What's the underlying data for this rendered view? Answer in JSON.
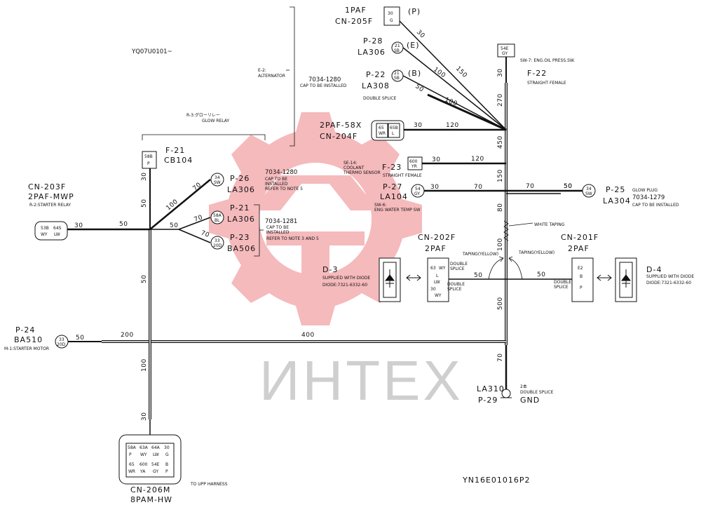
{
  "header_code": "YQ07U0101~",
  "footer_code": "YN16E01016P2",
  "watermark_text": "ИНТЕХ",
  "colors": {
    "watermark": "#f2a3a6",
    "ink": "#111111"
  },
  "components": {
    "cn205f": {
      "code": "1PAF",
      "name": "CN-205F",
      "pins": [
        "30",
        "G"
      ],
      "tag": "(P)"
    },
    "p28": {
      "code": "P-28",
      "name": "LA306",
      "pins": [
        "21",
        "SB"
      ],
      "tag": "(E)"
    },
    "p22": {
      "code": "P-22",
      "name": "LA308",
      "pins": [
        "21",
        "SB"
      ],
      "tag": "(B)"
    },
    "e2": {
      "line1": "E-2:",
      "line2": "ALTERNATOR"
    },
    "cap_7034_1280": {
      "part": "7034-1280",
      "note": "CAP TO BE INSTALLED"
    },
    "double_splice_top": "DOUBLE SPLICE",
    "cn204f": {
      "code": "2PAF-58X",
      "name": "CN-204F",
      "pins": [
        "65",
        "WR",
        "65B",
        "L"
      ]
    },
    "sw7": {
      "pins": [
        "54E",
        "GY"
      ],
      "desc": "SW-7: ENG.OIL PRESS.SW.",
      "code": "F-22",
      "note": "STRAIGHT FEMALE"
    },
    "r3": {
      "label": "R-3:グローリレー",
      "label2": "GLOW RELAY"
    },
    "f21": {
      "code": "F-21",
      "name": "CB104",
      "pins": [
        "58B",
        "P"
      ]
    },
    "p26": {
      "code": "P-26",
      "name": "LA306",
      "pins": [
        "34",
        "SW"
      ],
      "part": "7034-1280",
      "note1": "CAP TO BE",
      "note2": "INSTALLED",
      "note3": "REFER TO NOTE 5"
    },
    "p21": {
      "code": "P-21",
      "name": "LA306",
      "pins": [
        "58A",
        "BL"
      ]
    },
    "p23": {
      "code": "P-23",
      "name": "BA506",
      "pins": [
        "33",
        "20D"
      ]
    },
    "cap_7034_1281": {
      "part": "7034-1281",
      "note1": "CAP TO BE",
      "note2": "INSTALLED",
      "note3": "REFER TO NOTE 3 AND 5"
    },
    "cn203f": {
      "name": "CN-203F",
      "code": "2PAF-MWP",
      "desc": "R-2:STARTER RELAY",
      "pins": [
        "53B",
        "WY",
        "64S",
        "LW"
      ]
    },
    "se14": {
      "line1": "SE-14:",
      "line2": "COOLANT",
      "line3": "THERMO SENSOR",
      "code": "F-23",
      "note": "STRAIGHT FEMALE",
      "pins": [
        "600",
        "YR"
      ]
    },
    "p27": {
      "code": "P-27",
      "name": "LA104",
      "desc1": "SW-6:",
      "desc2": "ENG WATER TEMP SW",
      "pins": [
        "54",
        "GY"
      ]
    },
    "p25": {
      "code": "P-25",
      "name": "LA304",
      "desc": "GLOW PLUG",
      "part": "7034-1279",
      "note": "CAP TO BE INSTALLED",
      "pins": [
        "34",
        "SW"
      ]
    },
    "white_taping": "WHITE TAPING",
    "taping_yellow_1": "TAPING(YELLOW)",
    "taping_yellow_2": "TAPING(YELLOW)",
    "cn202f": {
      "name": "CN-202F",
      "code": "2PAF",
      "splice1": "DOUBLE",
      "splice1b": "SPLICE",
      "splice2": "DOUBLE",
      "splice2b": "SPLICE",
      "pins": [
        "63",
        "WY",
        "L",
        "LW",
        "30",
        "WY"
      ]
    },
    "cn201f": {
      "name": "CN-201F",
      "code": "2PAF",
      "splice": "DOUBLE",
      "spliceb": "SPLICE",
      "pins": [
        "E2",
        "B",
        "P"
      ]
    },
    "d3": {
      "code": "D-3",
      "desc": "SUPPLIED WITH DIODE",
      "part": "DIODE:7321-6332-60"
    },
    "d4": {
      "code": "D-4",
      "desc": "SUPPLIED WITH DIODE",
      "part": "DIODE:7321-6332-60"
    },
    "p24": {
      "code": "P-24",
      "name": "BA510",
      "desc": "M-1:STARTER MOTOR",
      "pins": [
        "33",
        "20D"
      ]
    },
    "p29": {
      "code": "P-29",
      "name": "LA310",
      "gnd": "GND",
      "label1": "2本",
      "label2": "DOUBLE SPLICE"
    },
    "cn206m": {
      "name": "CN-206M",
      "code": "8PAM-HW",
      "note": "TO UPP HARNESS",
      "pins": [
        [
          "58A",
          "63A",
          "64A",
          "30"
        ],
        [
          "P",
          "WY",
          "LW",
          "G"
        ],
        [
          "65",
          "600",
          "54E",
          "B"
        ],
        [
          "WR",
          "YA",
          "GY",
          "P"
        ]
      ]
    }
  },
  "lengths": {
    "l1": "30",
    "l2": "150",
    "l3": "100",
    "l4": "50",
    "l5": "100",
    "l6": "30",
    "l7": "120",
    "l8": "30",
    "l9": "120",
    "l10": "30",
    "l11": "70",
    "l12": "70",
    "l13": "50",
    "v1": "30",
    "v2": "270",
    "v3": "450",
    "v4": "150",
    "v5": "80",
    "v6": "100",
    "v7": "500",
    "v8": "70",
    "v9": "50",
    "a1": "30",
    "a2": "50",
    "a3": "50",
    "a4": "100",
    "a5": "70",
    "a6": "50",
    "a7": "70",
    "a8": "70",
    "a9": "30",
    "b1": "50",
    "b2": "200",
    "b3": "400",
    "b4": "50",
    "b5": "100",
    "b6": "30",
    "c1": "50",
    "c2": "50"
  }
}
